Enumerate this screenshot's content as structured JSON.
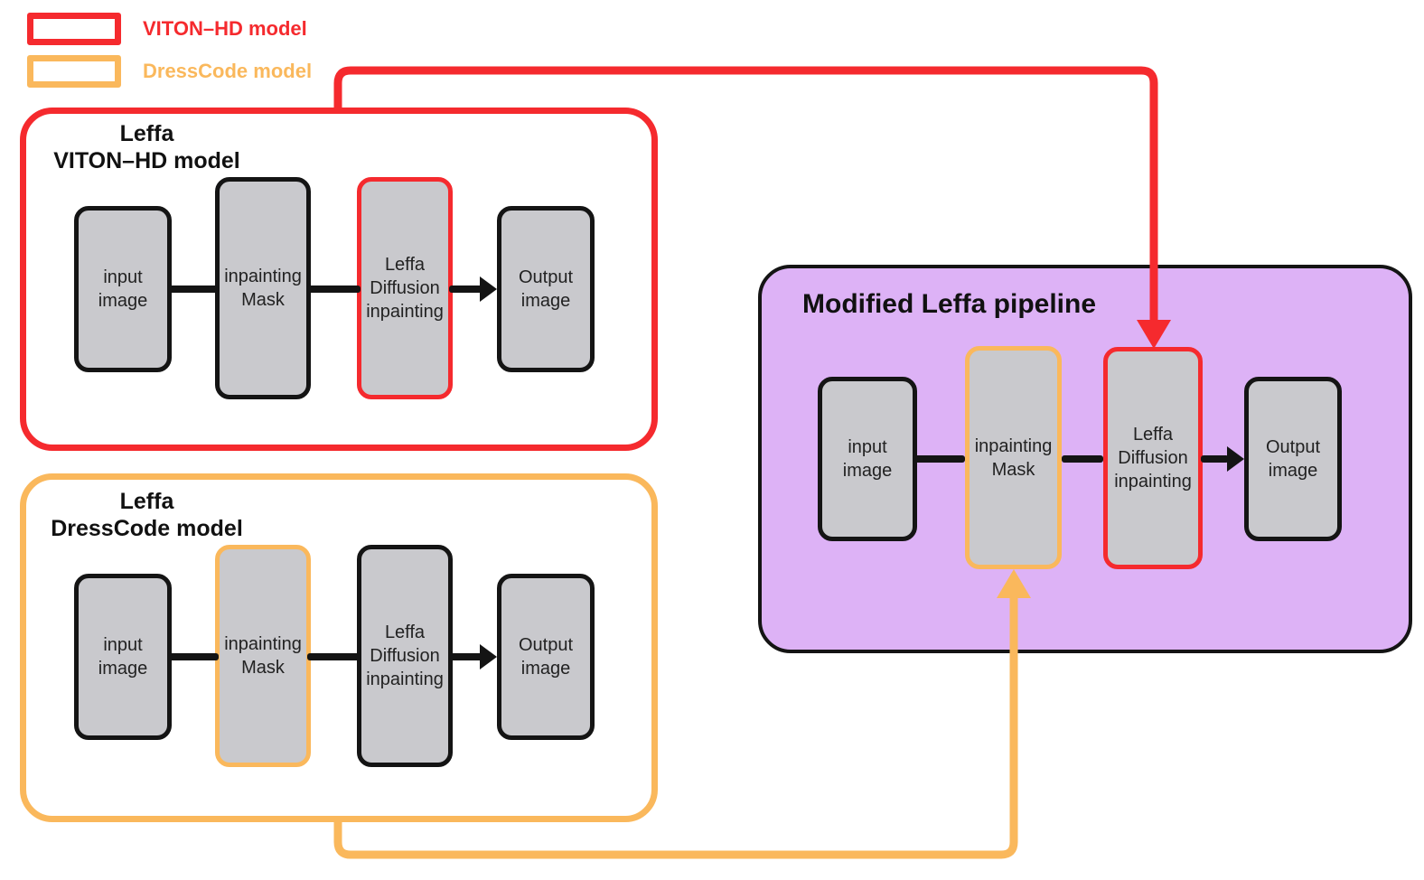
{
  "legend": {
    "items": [
      {
        "label": "VITON–HD model",
        "color": "#F52A2E",
        "swatch": "red-outline-rect"
      },
      {
        "label": "DressCode model",
        "color": "#FAB85C",
        "swatch": "orange-outline-rect"
      }
    ]
  },
  "pipelines": [
    {
      "id": "leffa-viton-hd",
      "title_line1": "Leffa",
      "title_line2": "VITON–HD model",
      "border_color": "#F52A2E",
      "boxes": [
        {
          "label": "input image",
          "highlight": "none"
        },
        {
          "label": "inpainting Mask",
          "highlight": "none"
        },
        {
          "label": "Leffa Diffusion inpainting",
          "highlight": "red"
        },
        {
          "label": "Output image",
          "highlight": "none"
        }
      ]
    },
    {
      "id": "leffa-dresscode",
      "title_line1": "Leffa",
      "title_line2": "DressCode model",
      "border_color": "#FAB85C",
      "boxes": [
        {
          "label": "input image",
          "highlight": "none"
        },
        {
          "label": "inpainting Mask",
          "highlight": "orange"
        },
        {
          "label": "Leffa Diffusion inpainting",
          "highlight": "none"
        },
        {
          "label": "Output image",
          "highlight": "none"
        }
      ]
    },
    {
      "id": "modified-leffa",
      "title": "Modified Leffa pipeline",
      "fill_color": "#DDB2F6",
      "boxes": [
        {
          "label": "input image",
          "highlight": "none"
        },
        {
          "label": "inpainting Mask",
          "highlight": "orange"
        },
        {
          "label": "Leffa Diffusion inpainting",
          "highlight": "red"
        },
        {
          "label": "Output image",
          "highlight": "none"
        }
      ]
    }
  ],
  "arrows": [
    {
      "id": "viton-to-modified",
      "color": "#F52A2E"
    },
    {
      "id": "dresscode-to-modified",
      "color": "#FAB85C"
    }
  ],
  "colors": {
    "box_fill": "#C9C9CD",
    "connector": "#141414",
    "background": "#FFFFFF"
  }
}
